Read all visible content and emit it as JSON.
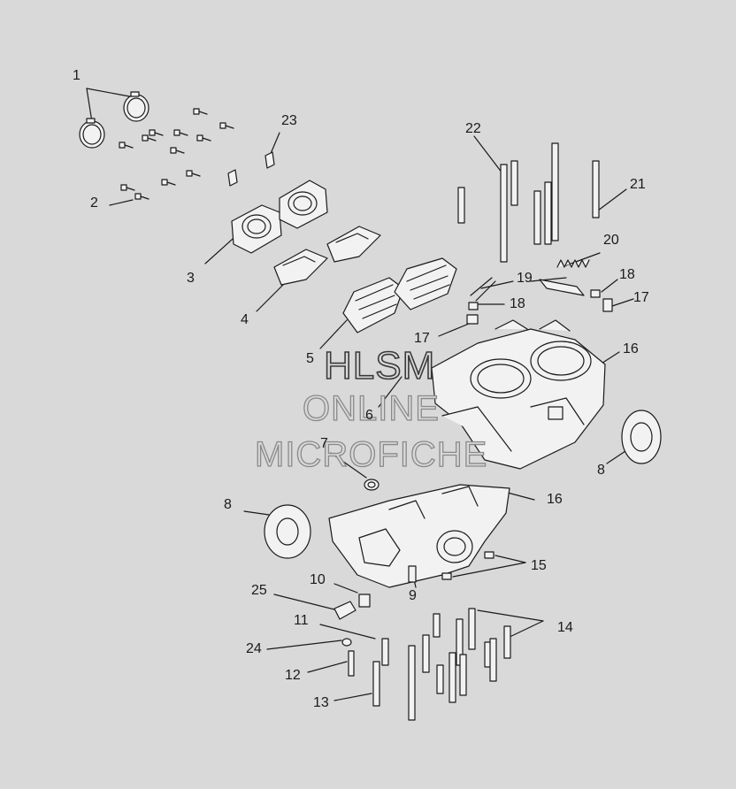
{
  "watermark": {
    "line1": "HLSM",
    "line2": "ONLINE",
    "line3": "MICROFICHE"
  },
  "colors": {
    "background": "#d9d9d9",
    "line": "#1a1a1a",
    "part_fill": "#f2f2f2",
    "watermark_stroke": "#8a8a8a"
  },
  "callouts": {
    "c1": "1",
    "c2": "2",
    "c3": "3",
    "c4": "4",
    "c5": "5",
    "c6": "6",
    "c7": "7",
    "c8a": "8",
    "c8b": "8",
    "c9": "9",
    "c10": "10",
    "c11": "11",
    "c12": "12",
    "c13": "13",
    "c14": "14",
    "c15": "15",
    "c16a": "16",
    "c16b": "16",
    "c17a": "17",
    "c17b": "17",
    "c18a": "18",
    "c18b": "18",
    "c19": "19",
    "c20": "20",
    "c21": "21",
    "c22": "22",
    "c23": "23",
    "c24": "24",
    "c25": "25"
  }
}
